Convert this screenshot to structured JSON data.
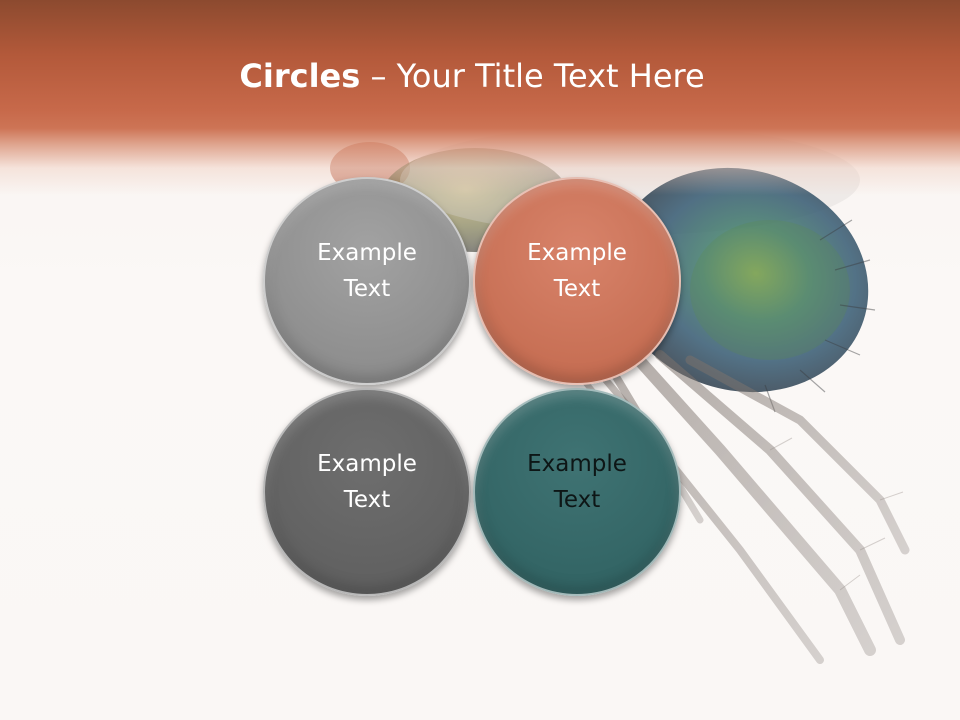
{
  "slide": {
    "title_bold": "Circles",
    "title_rest": " – Your Title Text Here"
  },
  "circles": [
    {
      "line1": "Example",
      "line2": "Text",
      "color": "#8e8e8e"
    },
    {
      "line1": "Example",
      "line2": "Text",
      "color": "#c76f54"
    },
    {
      "line1": "Example",
      "line2": "Text",
      "color": "#616161"
    },
    {
      "line1": "Example",
      "line2": "Text",
      "color": "#336565"
    }
  ],
  "colors": {
    "title_band": "#c7694a",
    "background": "#faf6f3",
    "title_text": "#ffffff"
  }
}
